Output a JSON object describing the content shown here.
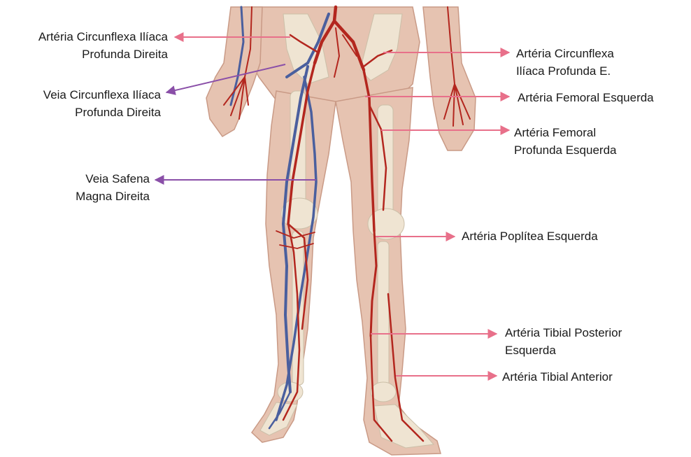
{
  "labels": {
    "a_circ_iliaca_dir": {
      "line1": "Artéria Circunflexa Ilíaca",
      "line2": "Profunda Direita"
    },
    "v_circ_iliaca_dir": {
      "line1": "Veia Circunflexa Ilíaca",
      "line2": "Profunda Direita"
    },
    "v_safena_magna": {
      "line1": "Veia Safena",
      "line2": "Magna Direita"
    },
    "a_circ_iliaca_esq": {
      "line1": "Artéria Circunflexa",
      "line2": "Ilíaca Profunda E."
    },
    "a_femoral_esq": {
      "line1": "Artéria Femoral Esquerda"
    },
    "a_femoral_prof_esq": {
      "line1": "Artéria Femoral",
      "line2": "Profunda Esquerda"
    },
    "a_poplitea_esq": {
      "line1": "Artéria Poplítea Esquerda"
    },
    "a_tibial_post_esq": {
      "line1": "Artéria Tibial Posterior",
      "line2": "Esquerda"
    },
    "a_tibial_ant": {
      "line1": "Artéria Tibial Anterior"
    }
  },
  "colors": {
    "artery_pointer": "#e8708a",
    "vein_pointer": "#8a4fa8",
    "artery": "#b3261e",
    "vein": "#4a5f9e",
    "skin": "#e6c3b1",
    "skin_edge": "#c99a86",
    "bone": "#efe4d2"
  }
}
